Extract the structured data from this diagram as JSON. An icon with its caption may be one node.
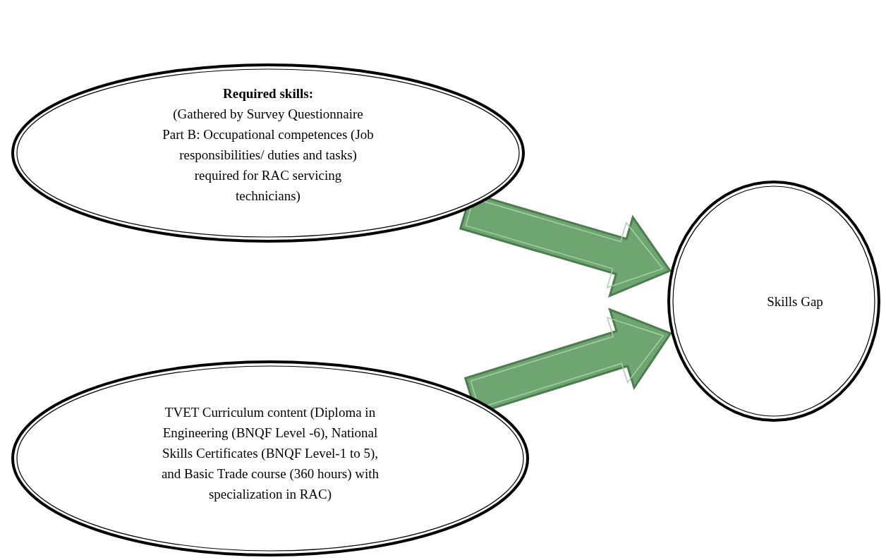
{
  "diagram": {
    "nodes": [
      {
        "text": [
          "Required skills:",
          "(Gathered by Survey Questionnaire Part B: Occupational competences (Job responsibilities/ duties and tasks) required for RAC servicing technicians)"
        ]
      },
      {
        "text": [
          "TVET Curriculum content (Diploma in Engineering (BNQF Level -6), National Skills Certificates (BNQF Level-1 to 5), and Basic Trade course (360 hours) with specialization in RAC)"
        ]
      },
      {
        "text": [
          "Skills Gap"
        ]
      }
    ],
    "edges": [
      {
        "from": 0,
        "to": 2,
        "arrow": "to"
      },
      {
        "from": 1,
        "to": 2,
        "arrow": "to"
      }
    ]
  }
}
